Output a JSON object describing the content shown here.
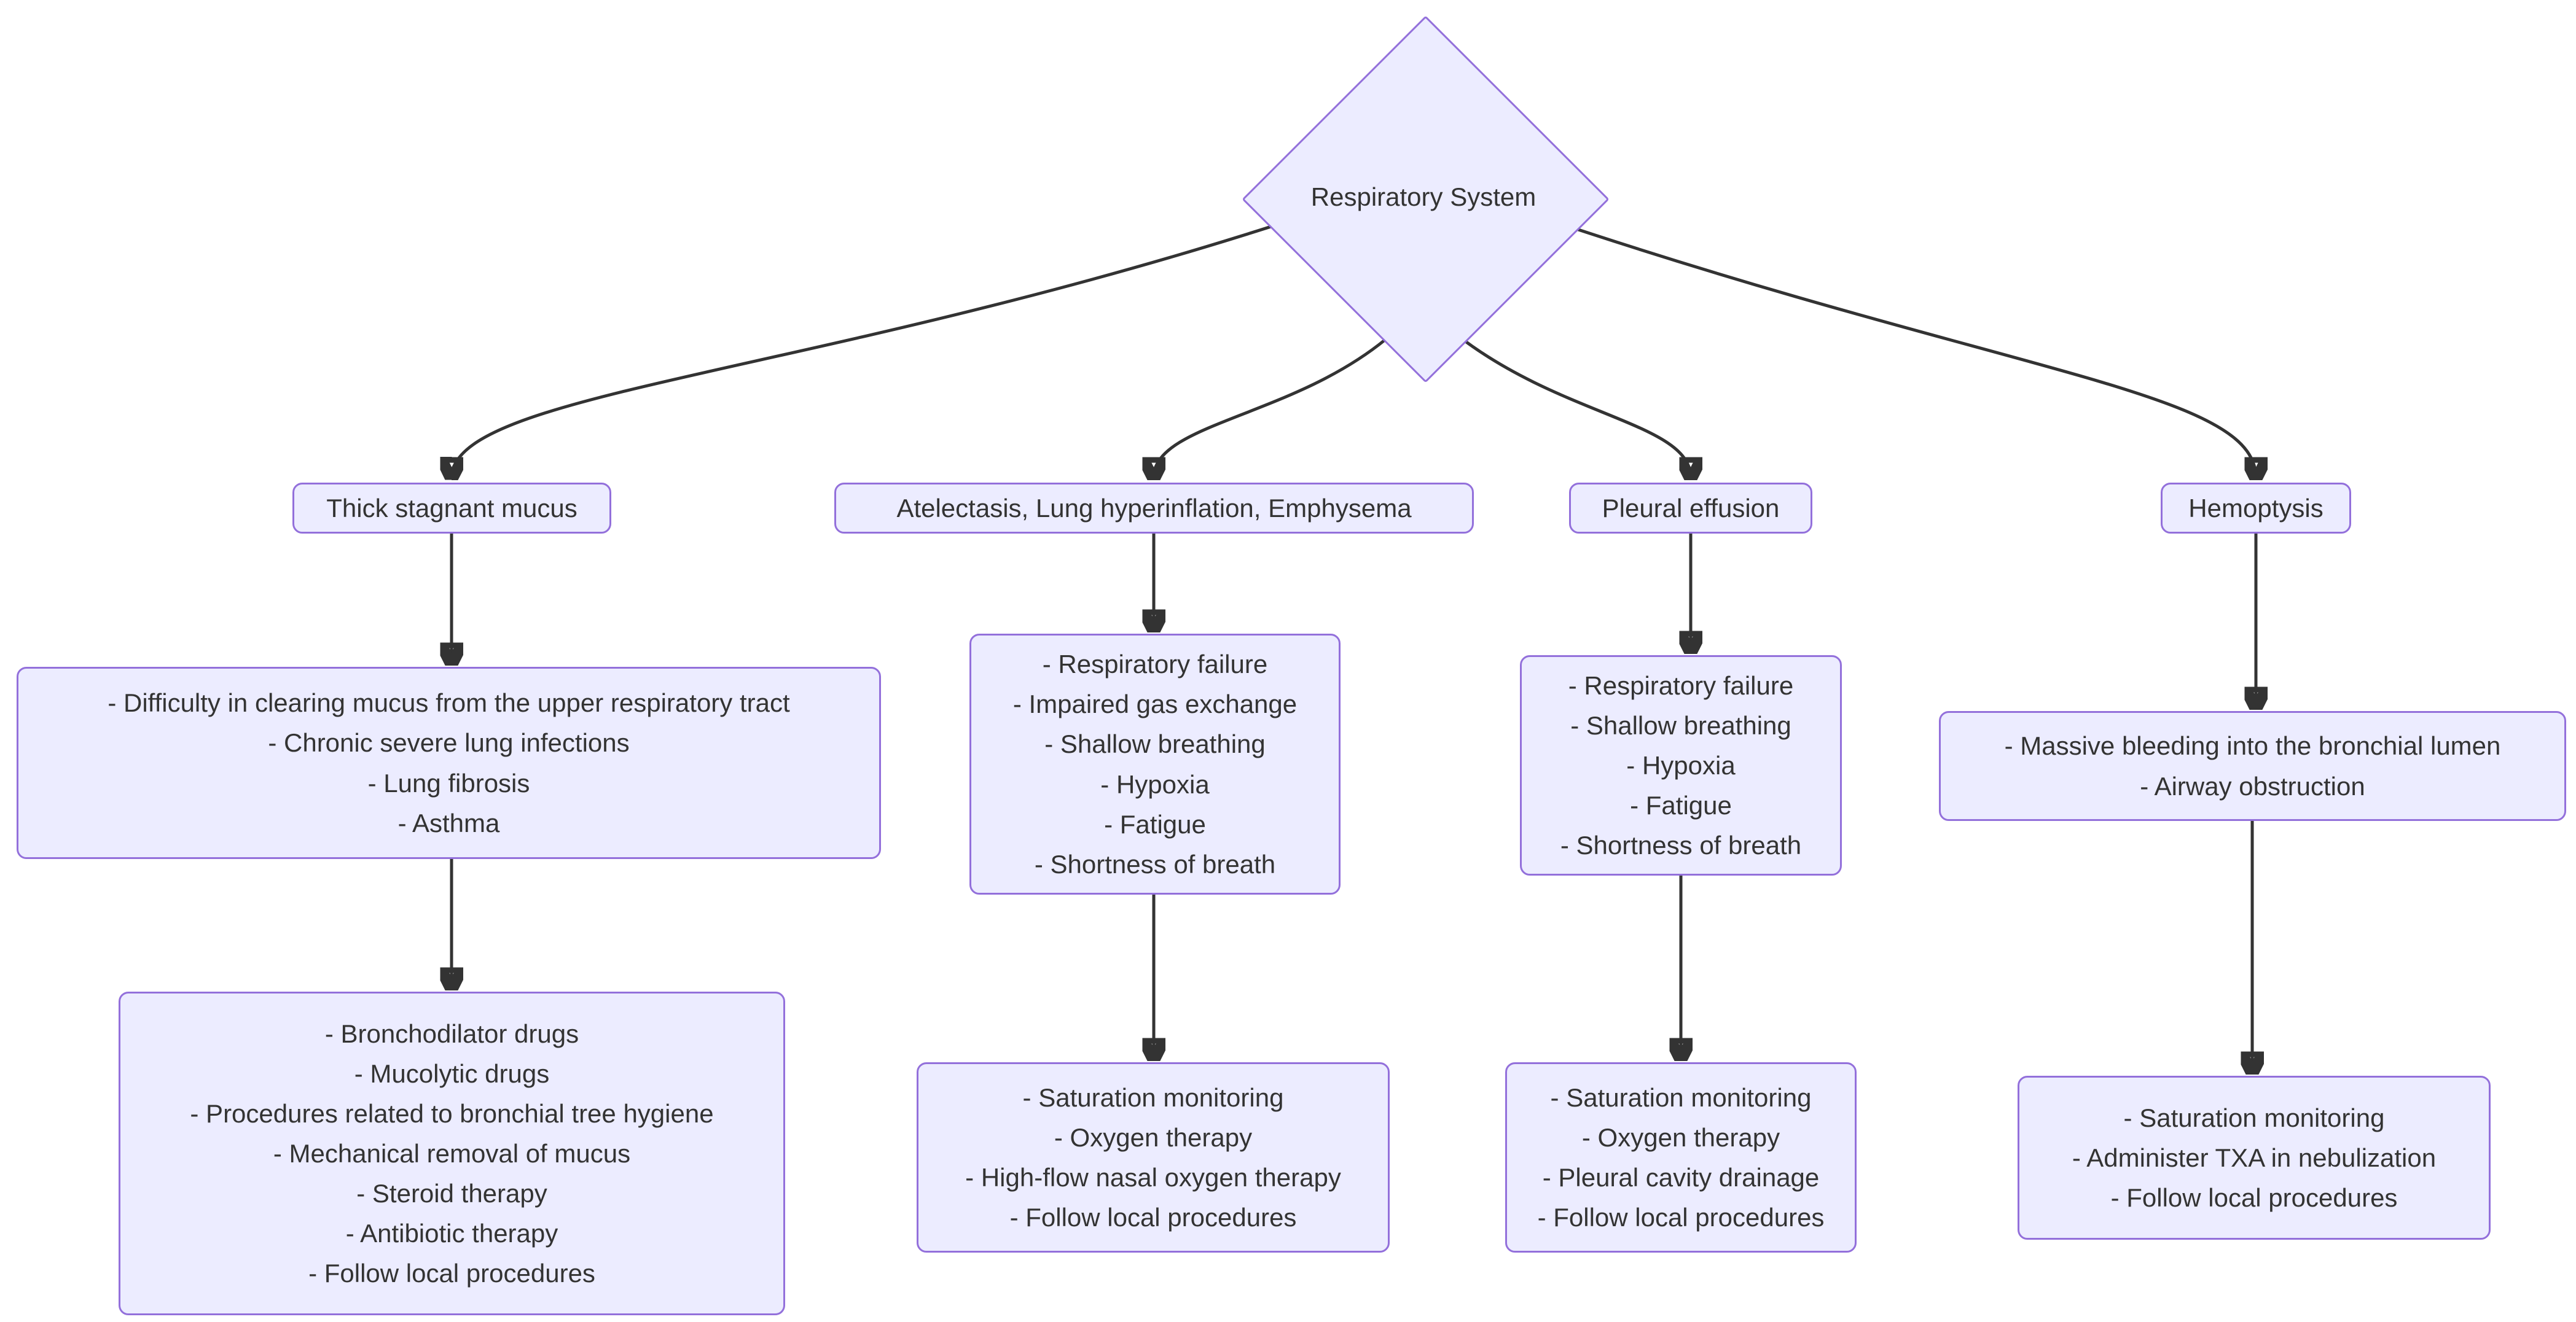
{
  "theme": {
    "canvas_bg": "#ffffff",
    "node_fill": "#ECECFF",
    "node_border": "#9370DB",
    "edge_color": "#333333",
    "text_color": "#333333"
  },
  "root": {
    "label": "Respiratory System"
  },
  "branches": [
    {
      "condition": "Thick stagnant mucus",
      "symptoms": [
        "- Difficulty in clearing mucus from the upper respiratory tract",
        "- Chronic severe lung infections",
        "- Lung fibrosis",
        "- Asthma"
      ],
      "treatments": [
        "- Bronchodilator drugs",
        "- Mucolytic drugs",
        "- Procedures related to bronchial tree hygiene",
        "- Mechanical removal of mucus",
        "- Steroid therapy",
        "- Antibiotic therapy",
        "- Follow local procedures"
      ]
    },
    {
      "condition": "Atelectasis, Lung hyperinflation, Emphysema",
      "symptoms": [
        "- Respiratory failure",
        "- Impaired gas exchange",
        "- Shallow breathing",
        "- Hypoxia",
        "- Fatigue",
        "- Shortness of breath"
      ],
      "treatments": [
        "- Saturation monitoring",
        "- Oxygen therapy",
        "- High-flow nasal oxygen therapy",
        "- Follow local procedures"
      ]
    },
    {
      "condition": "Pleural effusion",
      "symptoms": [
        "- Respiratory failure",
        "- Shallow breathing",
        "- Hypoxia",
        "- Fatigue",
        "- Shortness of breath"
      ],
      "treatments": [
        "- Saturation monitoring",
        "- Oxygen therapy",
        "- Pleural cavity drainage",
        "- Follow local procedures"
      ]
    },
    {
      "condition": "Hemoptysis",
      "symptoms": [
        "- Massive bleeding into the bronchial lumen",
        "- Airway obstruction"
      ],
      "treatments": [
        "- Saturation monitoring",
        "- Administer TXA in nebulization",
        "- Follow local procedures"
      ]
    }
  ]
}
